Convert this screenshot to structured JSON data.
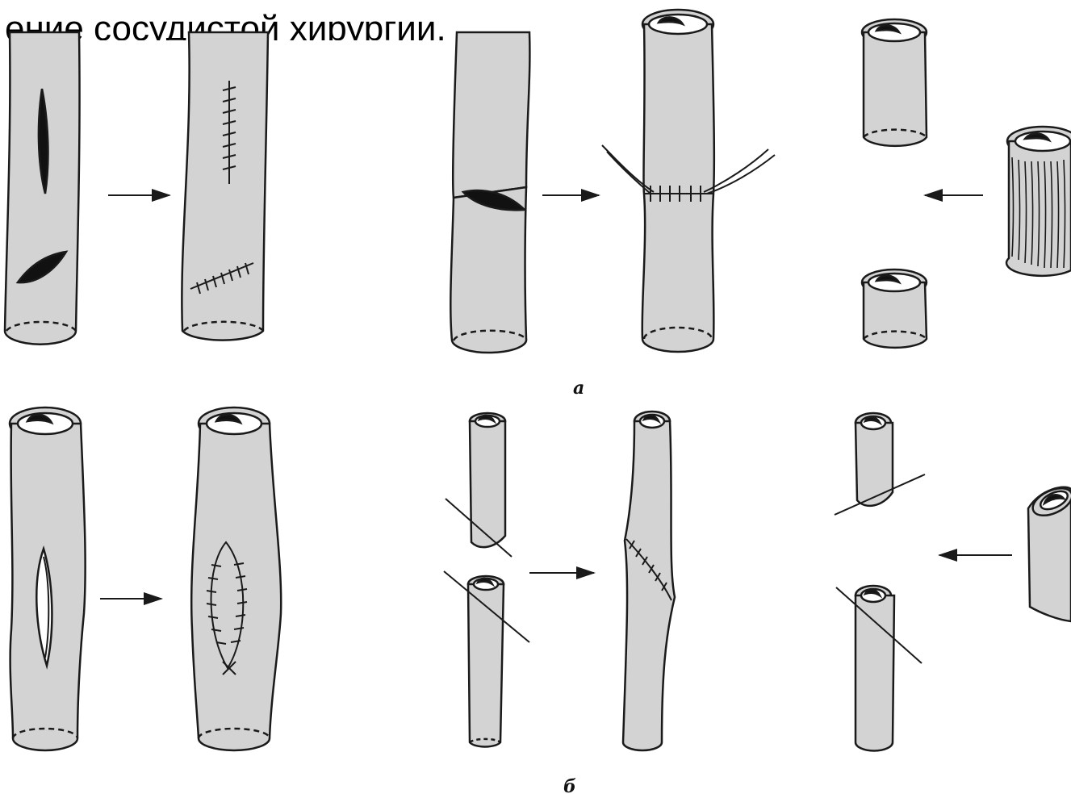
{
  "title": {
    "line1": "",
    "line2": "ение сосудистой хирургии."
  },
  "panel_labels": {
    "a": "а",
    "b": "б"
  },
  "colors": {
    "vessel_fill": "#d3d3d3",
    "outline": "#1a1a1a",
    "background": "#ffffff"
  }
}
